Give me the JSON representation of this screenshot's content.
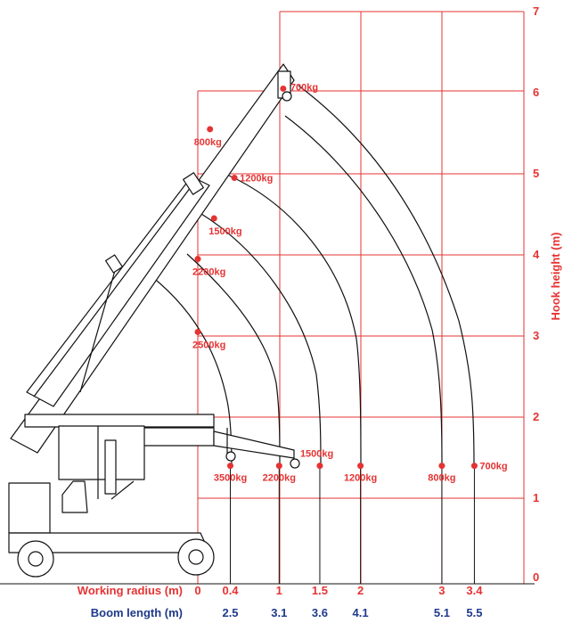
{
  "accent_color": "#e53333",
  "blue_color": "#1f3a8a",
  "chart": {
    "ylabel": "Hook height (m)",
    "y_ticks": [
      "7",
      "6",
      "5",
      "4",
      "3",
      "2",
      "1",
      "0"
    ],
    "row_labels": {
      "radius": "Working radius (m)",
      "boom": "Boom length (m)"
    },
    "radius_ticks": [
      "0",
      "0.4",
      "1",
      "1.5",
      "2",
      "3",
      "3.4"
    ],
    "boom_ticks": [
      "2.5",
      "3.1",
      "3.6",
      "4.1",
      "5.1",
      "5.5"
    ],
    "top_points": [
      {
        "label": "700kg",
        "radius": 1.05,
        "height": 6.05
      },
      {
        "label": "800kg",
        "radius": 0.15,
        "height": 5.55
      },
      {
        "label": "1200kg",
        "radius": 0.45,
        "height": 4.95
      },
      {
        "label": "1500kg",
        "radius": 0.2,
        "height": 4.45
      },
      {
        "label": "2200kg",
        "radius": 0.0,
        "height": 3.95
      },
      {
        "label": "2500kg",
        "radius": 0.0,
        "height": 3.05
      }
    ],
    "bottom_points": [
      {
        "label": "3500kg",
        "radius": 0.4,
        "height": 1.4
      },
      {
        "label": "2200kg",
        "radius": 1.0,
        "height": 1.4
      },
      {
        "label": "1500kg",
        "radius": 1.5,
        "height": 1.4
      },
      {
        "label": "1200kg",
        "radius": 2.0,
        "height": 1.4
      },
      {
        "label": "800kg",
        "radius": 3.0,
        "height": 1.4
      },
      {
        "label": "700kg",
        "radius": 3.4,
        "height": 1.4
      }
    ]
  }
}
